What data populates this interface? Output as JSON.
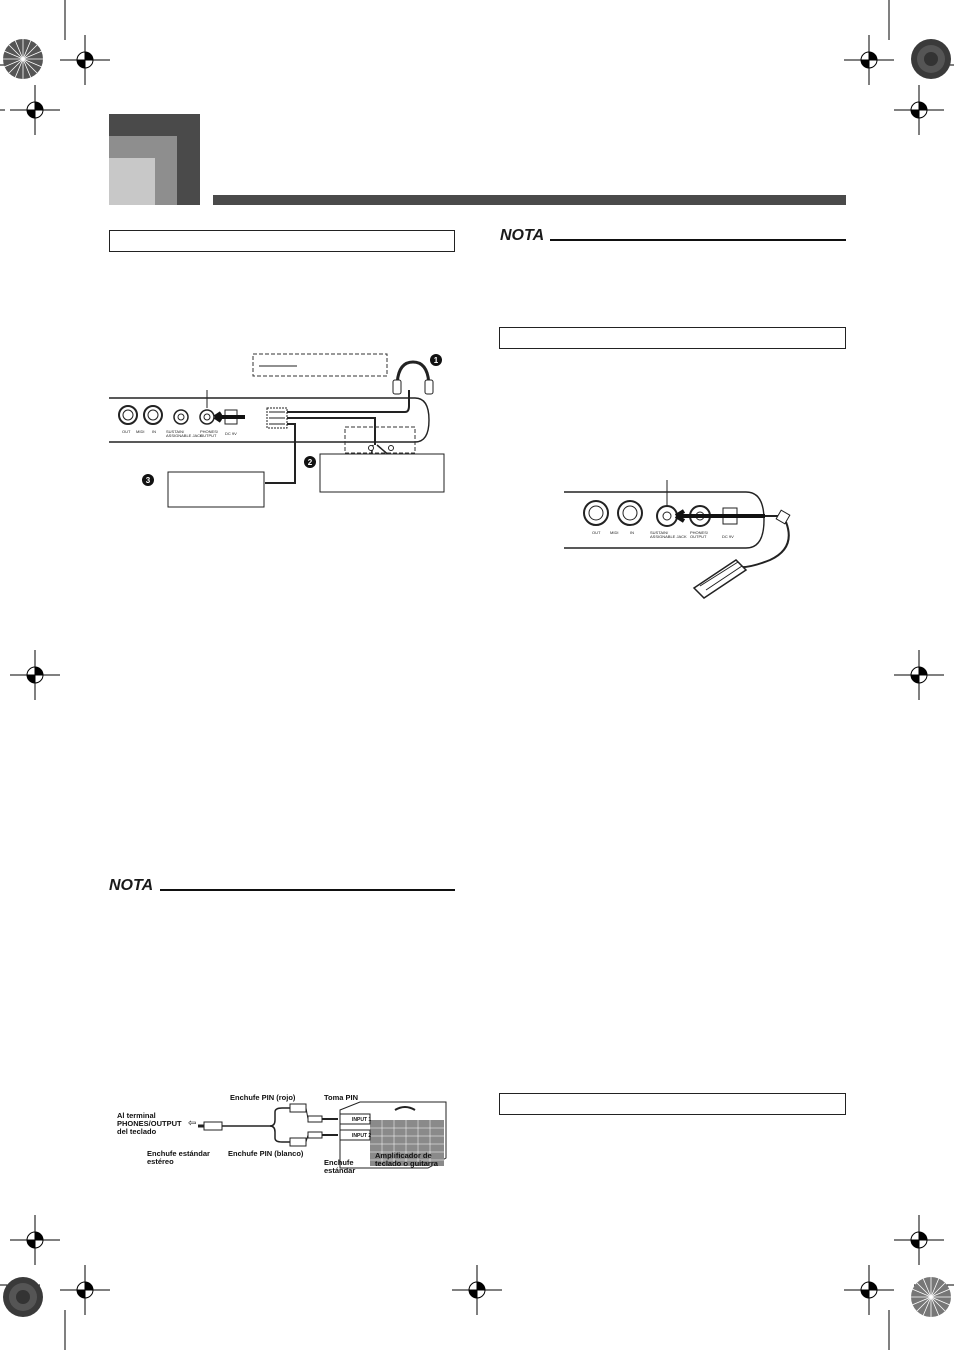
{
  "nota_1": "NOTA",
  "nota_2": "NOTA",
  "panel_left": {
    "out": "OUT",
    "midi": "MIDI",
    "in": "IN",
    "sustain": "SUSTAIN/\nASSIGNABLE JACK",
    "phones": "PHONES/\nOUTPUT",
    "dc": "DC 9V"
  },
  "panel_right": {
    "out": "OUT",
    "midi": "MIDI",
    "in": "IN",
    "sustain": "SUSTAIN/\nASSIGNABLE JACK",
    "phones": "PHONES/\nOUTPUT",
    "dc": "DC 9V"
  },
  "callouts": [
    "1",
    "2",
    "3"
  ],
  "amp_diagram": {
    "to_terminal": "Al terminal\nPHONES/OUTPUT\ndel teclado",
    "stereo_plug": "Enchufe estándar\nestéreo",
    "pin_red": "Enchufe PIN (rojo)",
    "pin_white": "Enchufe PIN (blanco)",
    "pin_jack": "Toma PIN",
    "std_plug": "Enchufe\nestándar",
    "amplifier": "Amplificador de\nteclado o guitarra",
    "input1": "INPUT 1",
    "input2": "INPUT 2"
  },
  "colors": {
    "dark_gray": "#4a4a4a",
    "mid_gray": "#8e8e8e",
    "light_gray": "#c8c8c8"
  }
}
